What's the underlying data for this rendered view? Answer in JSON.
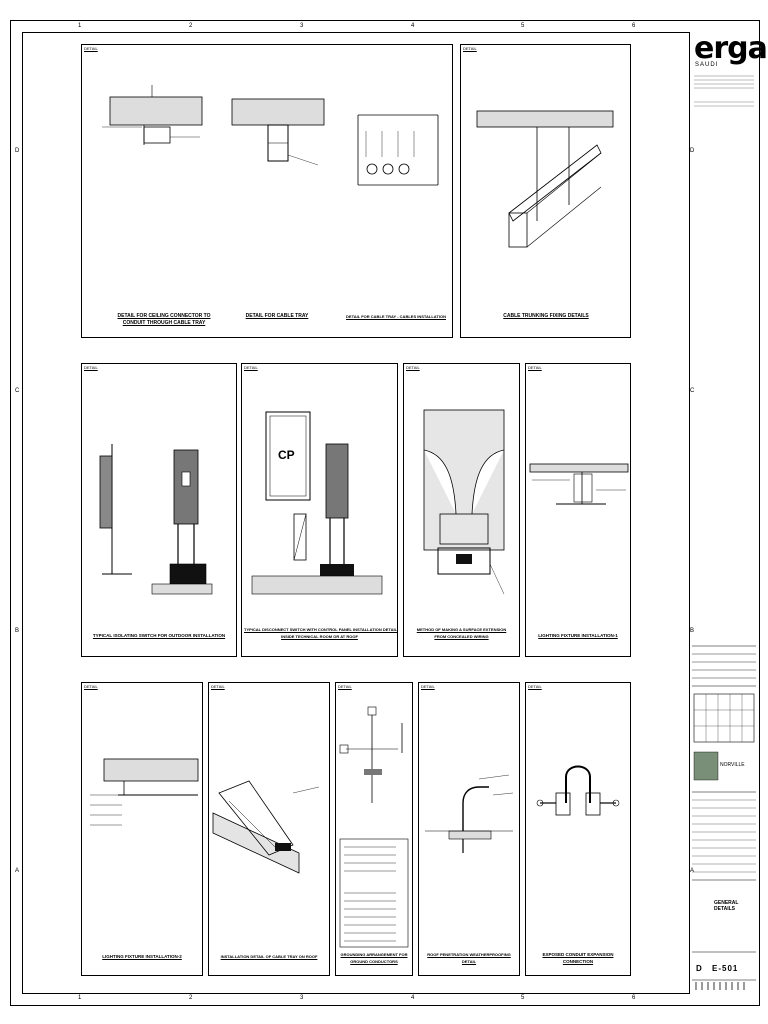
{
  "title_block": {
    "logo": "erga",
    "logo_sub": "SAUDI",
    "project": "NORVILLE",
    "sheet_title": "GENERAL DETAILS",
    "drawing_no_prefix": "D",
    "drawing_no": "E-501"
  },
  "grid": {
    "columns": [
      "1",
      "2",
      "3",
      "4",
      "5",
      "6"
    ],
    "rows": [
      "D",
      "C",
      "B",
      "A"
    ]
  },
  "panels": [
    {
      "id": "detail-1",
      "caption_lines": [
        "DETAIL FOR CEILING CONNECTOR TO",
        "CONDUIT THROUGH CABLE TRAY"
      ]
    },
    {
      "id": "detail-2",
      "caption_lines": [
        "DETAIL FOR CABLE TRAY"
      ]
    },
    {
      "id": "detail-3",
      "caption_lines": [
        "DETAIL FOR CABLE TRAY - CABLES INSTALLATION"
      ]
    },
    {
      "id": "detail-4",
      "caption_lines": [
        "CABLE TRUNKING FIXING DETAILS"
      ]
    },
    {
      "id": "detail-5",
      "caption_lines": [
        "TYPICAL ISOLATING SWITCH FOR OUTDOOR INSTALLATION"
      ]
    },
    {
      "id": "detail-6",
      "caption_lines": [
        "TYPICAL DISCONNECT SWITCH WITH CONTROL PANEL INSTALLATION DETAIL",
        "INSIDE TECHNICAL ROOM OR AT ROOF"
      ],
      "cp_label": "CP"
    },
    {
      "id": "detail-7",
      "caption_lines": [
        "METHOD OF MAKING A SURFACE EXTENSION",
        "FROM CONCEALED WIRING"
      ]
    },
    {
      "id": "detail-8",
      "caption_lines": [
        "LIGHTING FIXTURE INSTALLATION-1"
      ]
    },
    {
      "id": "detail-9",
      "caption_lines": [
        "LIGHTING FIXTURE INSTALLATION-2"
      ]
    },
    {
      "id": "detail-10",
      "caption_lines": [
        "INSTALLATION DETAIL OF CABLE TRAY ON ROOF"
      ]
    },
    {
      "id": "detail-11",
      "caption_lines": [
        "GROUNDING ARRANGEMENT FOR",
        "GROUND CONDUCTORS"
      ]
    },
    {
      "id": "detail-12",
      "caption_lines": [
        "ROOF PENETRATION WEATHERPROOFING",
        "DETAIL"
      ]
    },
    {
      "id": "detail-13",
      "caption_lines": [
        "EXPOSED CONDUIT EXPANSION",
        "CONNECTION"
      ]
    }
  ]
}
